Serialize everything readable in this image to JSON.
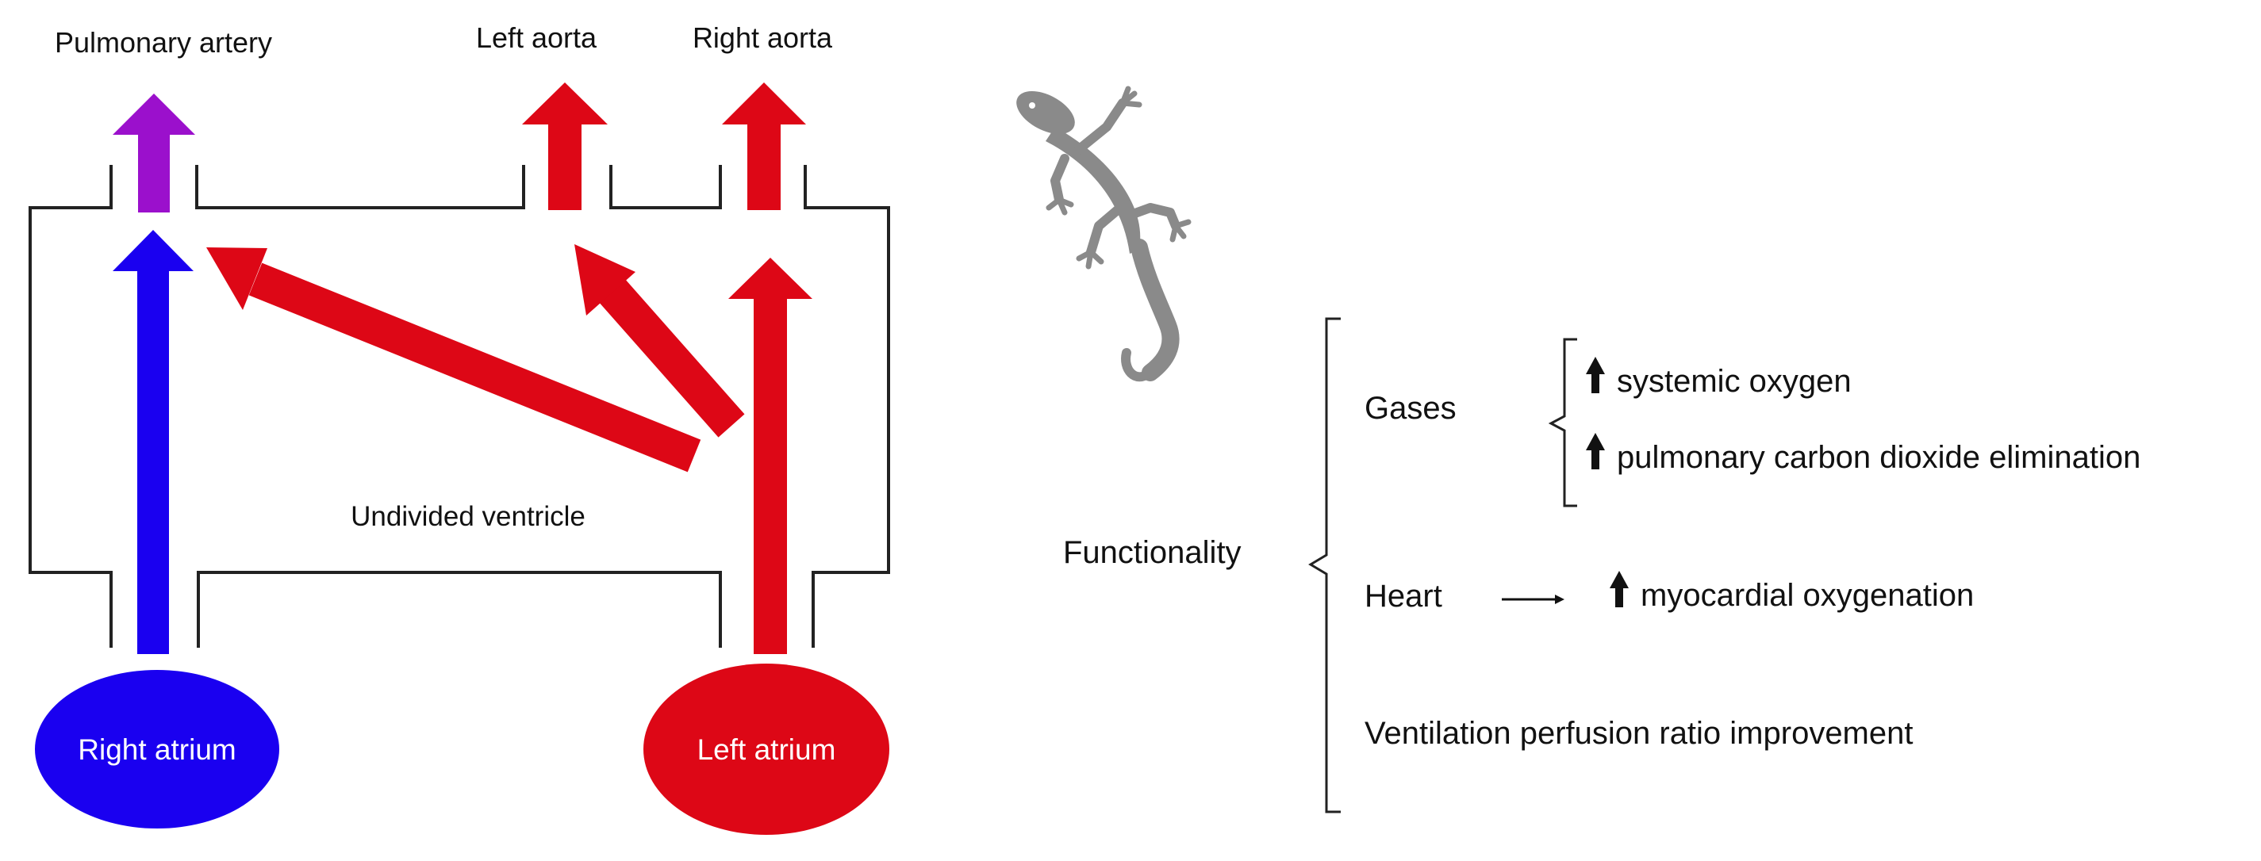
{
  "heart": {
    "pulmonary_artery": "Pulmonary artery",
    "left_aorta": "Left aorta",
    "right_aorta": "Right aorta",
    "ventricle": "Undivided ventricle",
    "right_atrium": "Right atrium",
    "left_atrium": "Left atrium"
  },
  "colors": {
    "deoxygenated": "#1a00f0",
    "oxygenated": "#dd0716",
    "mixed": "#9b10cc",
    "wall": "#222222",
    "lizard": "#8a8a8a"
  },
  "icons": {
    "animal": "lizard-icon",
    "increase": "up-arrow-icon",
    "leads_to": "right-arrow-icon"
  },
  "functionality": {
    "title": "Functionality",
    "gases": {
      "label": "Gases",
      "items": [
        "systemic oxygen",
        "pulmonary carbon dioxide elimination"
      ]
    },
    "heart": {
      "label": "Heart",
      "result": "myocardial oxygenation"
    },
    "ventilation": "Ventilation perfusion ratio improvement"
  }
}
